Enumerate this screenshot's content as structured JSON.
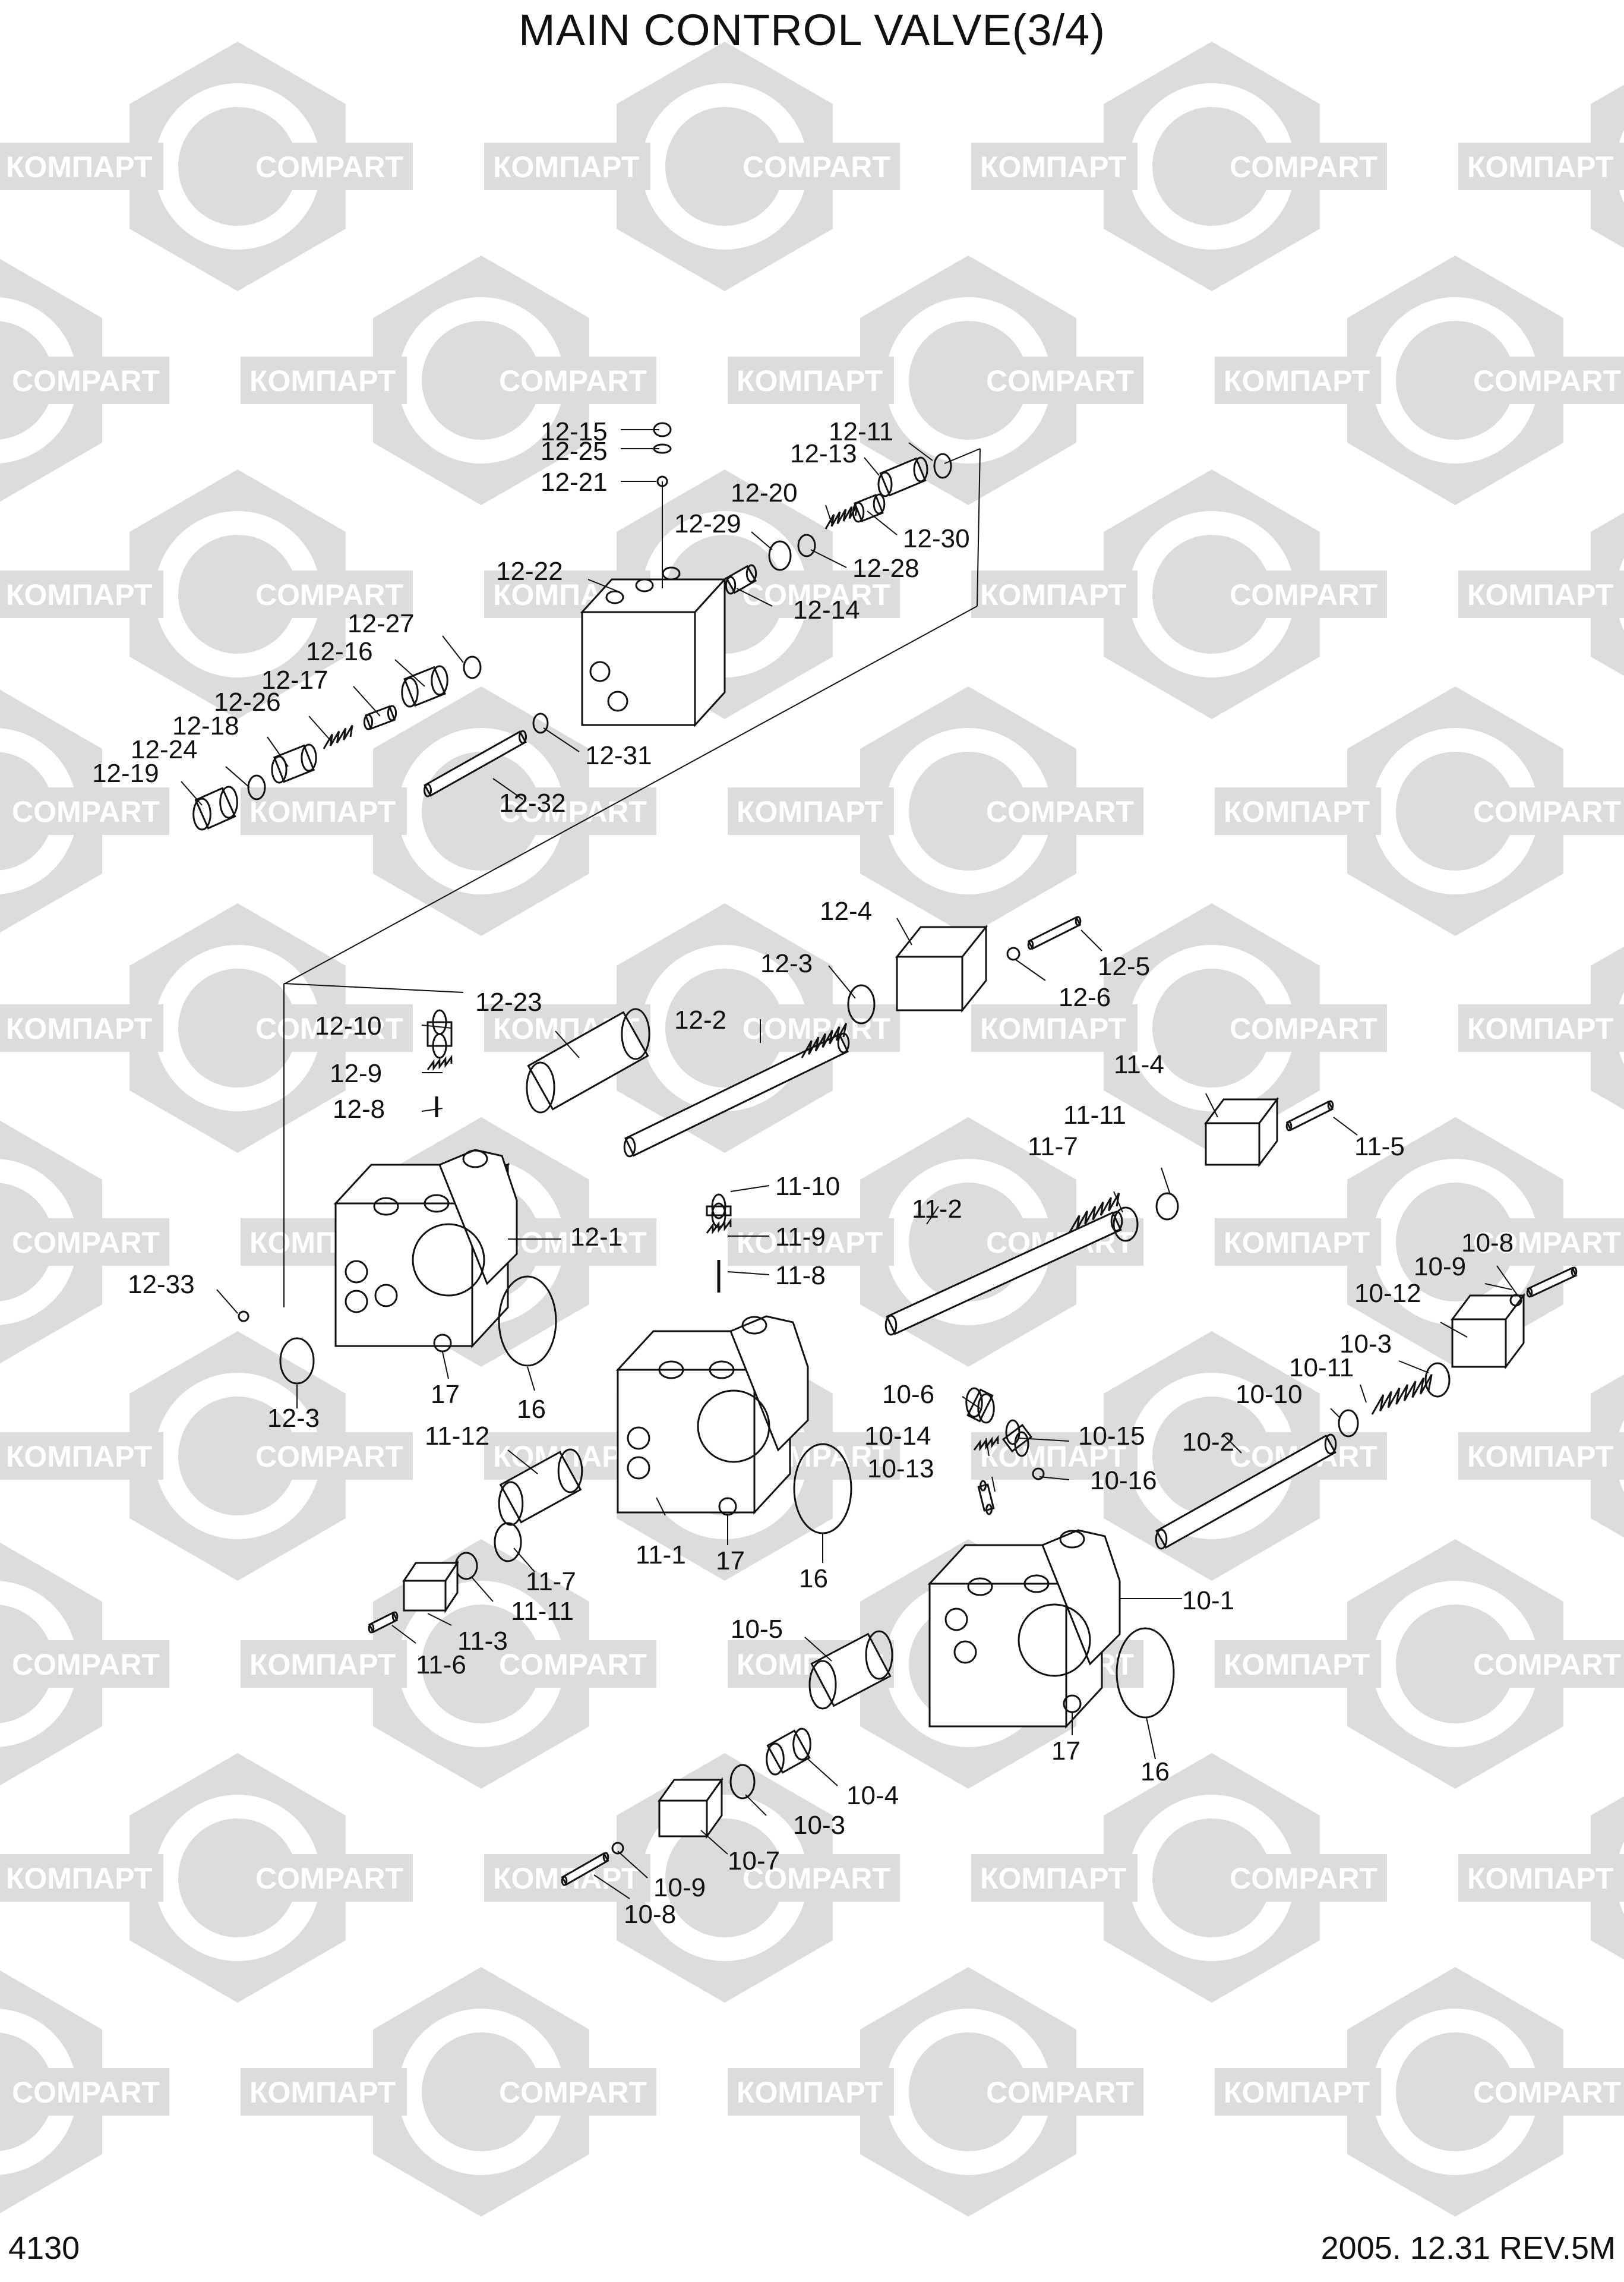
{
  "title": "MAIN CONTROL VALVE(3/4)",
  "page_number": "4130",
  "revision": "2005. 12.31  REV.5M",
  "watermark": {
    "brand_cyrillic": "КОМПАРТ",
    "brand_latin": "COMPART"
  },
  "colors": {
    "line": "#111111",
    "watermark": "#dcdcdc"
  },
  "callouts": [
    "12-15",
    "12-25",
    "12-21",
    "12-11",
    "12-13",
    "12-20",
    "12-30",
    "12-29",
    "12-28",
    "12-22",
    "12-14",
    "12-27",
    "12-16",
    "12-17",
    "12-26",
    "12-18",
    "12-24",
    "12-19",
    "12-31",
    "12-32",
    "12-4",
    "12-3",
    "12-5",
    "12-6",
    "12-23",
    "12-10",
    "12-2",
    "12-9",
    "12-8",
    "12-1",
    "12-33",
    "12-3",
    "17",
    "16",
    "11-4",
    "11-11",
    "11-7",
    "11-5",
    "11-10",
    "11-2",
    "11-9",
    "11-8",
    "11-12",
    "11-1",
    "17",
    "16",
    "11-7",
    "11-11",
    "11-3",
    "11-6",
    "10-8",
    "10-9",
    "10-12",
    "10-3",
    "10-11",
    "10-10",
    "10-6",
    "10-14",
    "10-15",
    "10-2",
    "10-13",
    "10-16",
    "10-1",
    "10-5",
    "17",
    "16",
    "10-4",
    "10-3",
    "10-7",
    "10-9",
    "10-8"
  ]
}
